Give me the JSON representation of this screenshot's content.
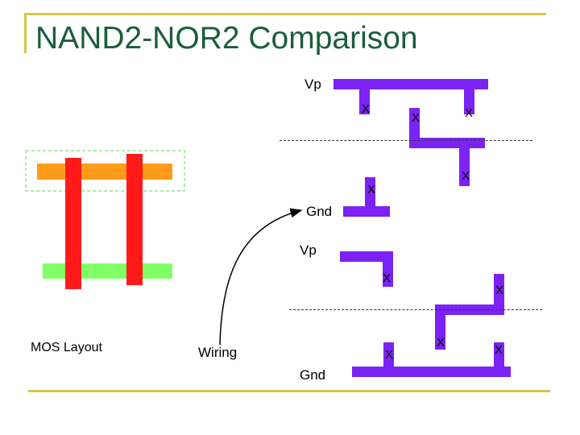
{
  "title": "NAND2-NOR2 Comparison",
  "labels": {
    "vp_top": "Vp",
    "gnd_top": "Gnd",
    "vp_bottom": "Vp",
    "gnd_bottom": "Gnd",
    "mos_layout": "MOS Layout",
    "wiring": "Wiring"
  },
  "contact_mark": "X",
  "colors": {
    "title": "#1a5e3a",
    "frame": "#d4c642",
    "poly": "#ff1a1a",
    "p_diffusion": "#ff9a1a",
    "n_diffusion": "#80ff66",
    "metal": "#7b22f5",
    "well_outline": "#80dd80"
  }
}
